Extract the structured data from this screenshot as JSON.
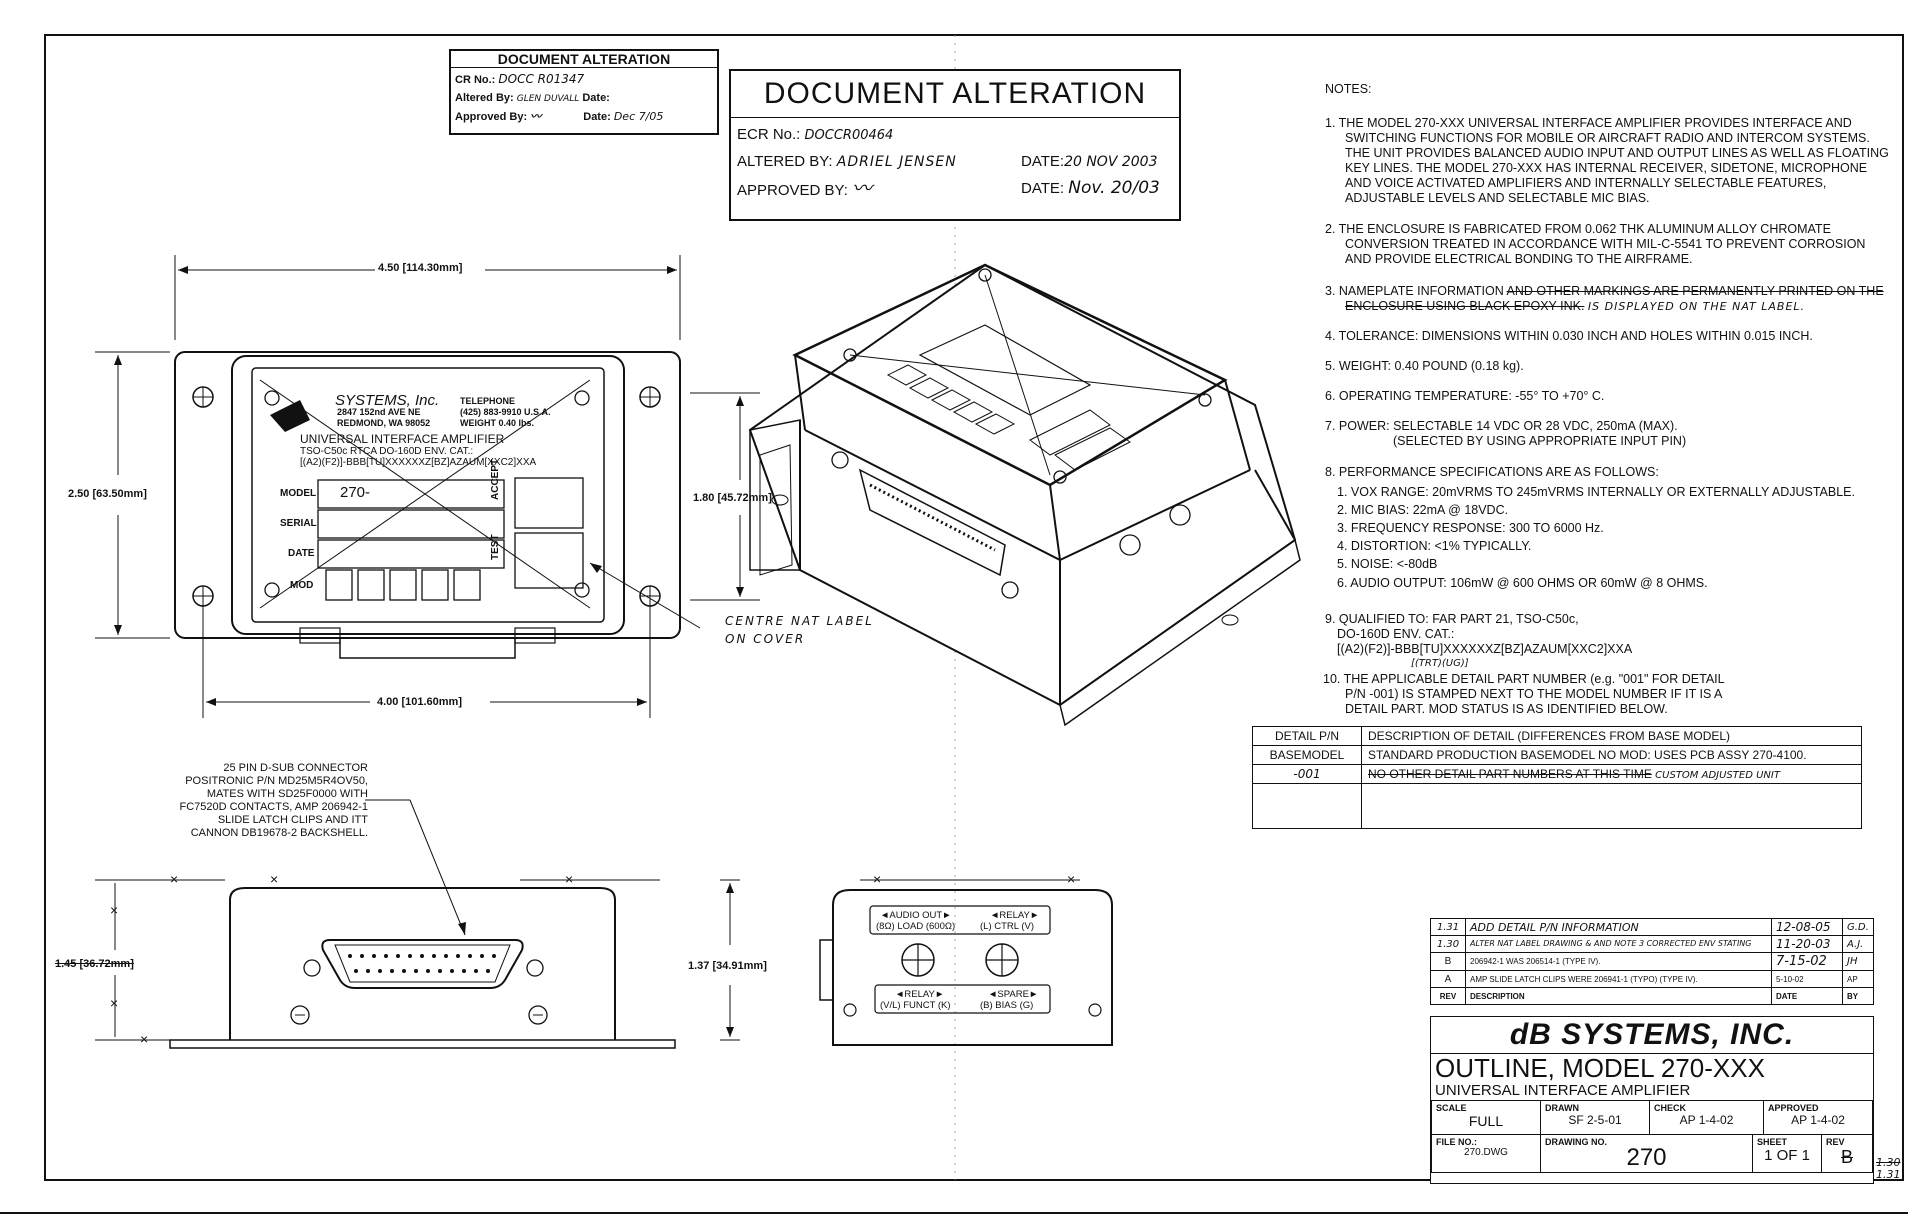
{
  "doc_alteration_small": {
    "title": "DOCUMENT ALTERATION",
    "cr_label": "CR No.:",
    "cr_value": "DOCC R01347",
    "altered_label": "Altered By:",
    "altered_value": "GLEN DUVALL",
    "date_label": "Date:",
    "approved_label": "Approved By:",
    "approved_date_label": "Date:",
    "approved_date": "Dec 7/05"
  },
  "doc_alteration_large": {
    "title": "DOCUMENT ALTERATION",
    "ecr_label": "ECR No.:",
    "ecr_value": "DOCCR00464",
    "altered_label": "ALTERED BY:",
    "altered_value": "ADRIEL JENSEN",
    "altered_date_label": "DATE:",
    "altered_date": "20 NOV 2003",
    "approved_label": "APPROVED BY:",
    "approved_date_label": "DATE:",
    "approved_date": "Nov. 20/03"
  },
  "notes": {
    "heading": "NOTES:",
    "n1": "1. THE MODEL 270-XXX UNIVERSAL INTERFACE AMPLIFIER PROVIDES INTERFACE AND SWITCHING FUNCTIONS FOR MOBILE OR AIRCRAFT RADIO AND INTERCOM SYSTEMS. THE UNIT PROVIDES BALANCED AUDIO INPUT AND OUTPUT LINES AS WELL AS FLOATING KEY LINES. THE MODEL 270-XXX HAS INTERNAL RECEIVER, SIDETONE, MICROPHONE AND VOICE ACTIVATED AMPLIFIERS AND INTERNALLY SELECTABLE FEATURES, ADJUSTABLE LEVELS AND SELECTABLE MIC BIAS.",
    "n2": "2. THE ENCLOSURE IS FABRICATED FROM 0.062 THK ALUMINUM ALLOY CHROMATE CONVERSION TREATED IN ACCORDANCE WITH MIL-C-5541 TO PREVENT CORROSION AND PROVIDE ELECTRICAL BONDING TO THE AIRFRAME.",
    "n3a": "3. NAMEPLATE INFORMATION",
    "n3b": "AND OTHER MARKINGS ARE PERMANENTLY PRINTED ON THE ENCLOSURE USING BLACK EPOXY INK.",
    "n3c": "IS DISPLAYED ON THE NAT LABEL.",
    "n4": "4. TOLERANCE: DIMENSIONS WITHIN 0.030 INCH AND HOLES WITHIN 0.015 INCH.",
    "n5": "5. WEIGHT: 0.40 POUND (0.18 kg).",
    "n6": "6. OPERATING TEMPERATURE: -55° TO +70° C.",
    "n7": "7. POWER: SELECTABLE 14 VDC OR 28 VDC, 250mA (MAX).",
    "n7b": "(SELECTED BY USING APPROPRIATE INPUT PIN)",
    "n8": "8. PERFORMANCE SPECIFICATIONS ARE AS FOLLOWS:",
    "n8_1": "1. VOX RANGE: 20mVRMS TO 245mVRMS INTERNALLY OR EXTERNALLY ADJUSTABLE.",
    "n8_2": "2. MIC BIAS: 22mA @ 18VDC.",
    "n8_3": "3. FREQUENCY RESPONSE:  300 TO 6000 Hz.",
    "n8_4": "4. DISTORTION:  <1% TYPICALLY.",
    "n8_5": "5. NOISE: <-80dB",
    "n8_6": "6. AUDIO OUTPUT: 106mW @ 600 OHMS OR 60mW @ 8 OHMS.",
    "n9a": "9. QUALIFIED TO: FAR PART 21, TSO-C50c,",
    "n9b": "DO-160D ENV. CAT.:",
    "n9c": "[(A2)(F2)]-BBB[TU]XXXXXXZ[BZ]AZAUM[XXC2]XXA",
    "n9d": "[(TRT)(UG)]",
    "n10": "10. THE APPLICABLE DETAIL PART NUMBER (e.g. \"001\" FOR DETAIL P/N -001) IS STAMPED NEXT TO THE MODEL NUMBER IF IT IS A DETAIL PART.  MOD STATUS IS AS IDENTIFIED BELOW."
  },
  "detail_table": {
    "h1": "DETAIL P/N",
    "h2": "DESCRIPTION OF DETAIL (DIFFERENCES FROM BASE MODEL)",
    "r1c1": "BASEMODEL",
    "r1c2": "STANDARD PRODUCTION BASEMODEL NO MOD: USES PCB ASSY 270-4100.",
    "r2c1": "-001",
    "r2c2_strike": "NO OTHER DETAIL PART NUMBERS AT THIS TIME",
    "r2c2": "CUSTOM ADJUSTED UNIT"
  },
  "revisions": [
    {
      "rev": "1.31",
      "desc": "ADD DETAIL P/N INFORMATION",
      "date": "12-08-05",
      "by": "G.D."
    },
    {
      "rev": "1.30",
      "desc": "ALTER NAT LABEL DRAWING & AND NOTE 3 CORRECTED ENV STATING",
      "date": "11-20-03",
      "by": "A.J."
    },
    {
      "rev": "B",
      "desc": "206942-1 WAS 206514-1 (TYPE IV).",
      "date": "7-15-02",
      "by": "JH"
    },
    {
      "rev": "A",
      "desc": "AMP SLIDE LATCH CLIPS WERE 206941-1 (TYPO) (TYPE IV).",
      "date": "5-10-02",
      "by": "AP"
    }
  ],
  "rev_header": {
    "rev": "REV",
    "desc": "DESCRIPTION",
    "date": "DATE",
    "by": "BY"
  },
  "title_block": {
    "company": "dB SYSTEMS, INC.",
    "title": "OUTLINE, MODEL 270-XXX",
    "subtitle": "UNIVERSAL INTERFACE AMPLIFIER",
    "scale_label": "SCALE",
    "scale": "FULL",
    "drawn_label": "DRAWN",
    "drawn": "SF 2-5-01",
    "check_label": "CHECK",
    "check": "AP 1-4-02",
    "approved_label": "APPROVED",
    "approved": "AP 1-4-02",
    "file_label": "FILE NO.:",
    "file": "270.DWG",
    "drawing_label": "DRAWING NO.",
    "drawing": "270",
    "sheet_label": "SHEET",
    "sheet": "1 OF 1",
    "rev_label": "REV",
    "rev": "B",
    "rev_new_a": "1.30",
    "rev_new_b": "1.31"
  },
  "front_view": {
    "dim_width": "4.50 [114.30mm]",
    "dim_height": "2.50 [63.50mm]",
    "dim_inner_height": "1.80 [45.72mm]",
    "dim_hole_spacing": "4.00 [101.60mm]",
    "company_name": "SYSTEMS, Inc.",
    "address1": "2847 152nd AVE NE",
    "address2": "REDMOND, WA 98052",
    "telephone_label": "TELEPHONE",
    "telephone": "(425) 883-9910 U.S.A.",
    "weight": "WEIGHT 0.40 lbs.",
    "product": "UNIVERSAL INTERFACE AMPLIFIER",
    "cert1": "TSO-C50c  RTCA DO-160D ENV. CAT.:",
    "cert2": "[(A2)(F2)]-BBB[TU]XXXXXXZ[BZ]AZAUM[XXC2]XXA",
    "model_label": "MODEL",
    "model_value": "270-",
    "serial_label": "SERIAL",
    "date_label": "DATE",
    "mod_label": "MOD",
    "accept_label": "ACCEPT",
    "test_label": "TEST",
    "callout": "CENTRE NAT LABEL ON COVER"
  },
  "connector_note": {
    "l1": "25 PIN D-SUB CONNECTOR",
    "l2": "POSITRONIC P/N MD25M5R4OV50,",
    "l3": "MATES WITH SD25F0000 WITH",
    "l4": "FC7520D CONTACTS, AMP 206942-1",
    "l5": "SLIDE LATCH CLIPS AND ITT",
    "l6": "CANNON DB19678-2 BACKSHELL."
  },
  "side_view": {
    "dim_height": "1.45 [36.72mm]",
    "dim_body": "1.37 [34.91mm]"
  },
  "end_view": {
    "audio_out": "◄AUDIO OUT►",
    "relay1": "◄RELAY►",
    "load": "(8Ω) LOAD (600Ω)",
    "ctrl": "(L) CTRL (V)",
    "relay2": "◄RELAY►",
    "spare": "◄SPARE►",
    "funct": "(V/L) FUNCT (K)",
    "bias": "(B) BIAS (G)"
  }
}
